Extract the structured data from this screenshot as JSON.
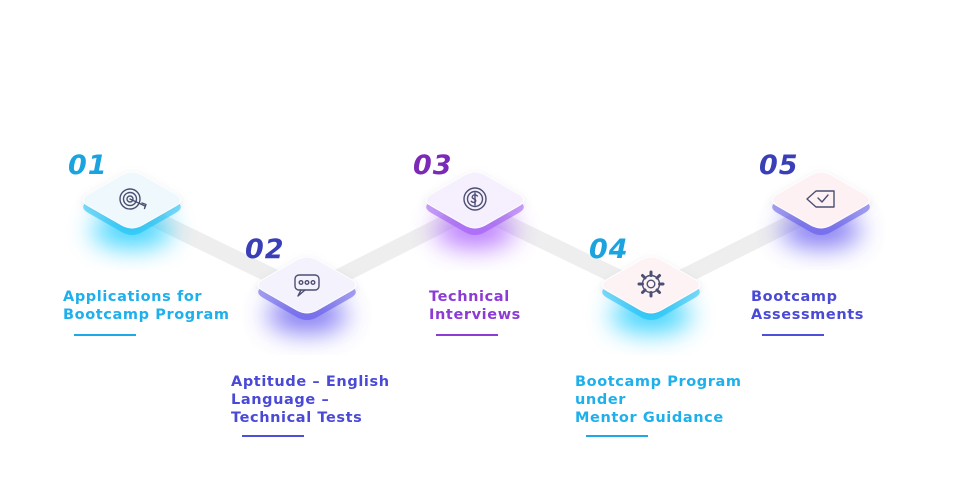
{
  "steps": [
    {
      "number": "01",
      "label_lines": [
        "Applications for",
        "Bootcamp Program"
      ],
      "icon": "target-icon",
      "number_color": "#1aa3df",
      "label_color": "#1eb0ec",
      "underline_color": "#1ea8e8",
      "glow_color": "#00c6ff",
      "tile_tint": "#eef8fd"
    },
    {
      "number": "02",
      "label_lines": [
        "Aptitude – English",
        "Language –",
        "Technical Tests"
      ],
      "icon": "chat-bubble-icon",
      "number_color": "#3a3fb8",
      "label_color": "#4a4ad6",
      "underline_color": "#4d4fd8",
      "glow_color": "#5a4ff0",
      "tile_tint": "#f4f2fd"
    },
    {
      "number": "03",
      "label_lines": [
        "Technical",
        "Interviews"
      ],
      "icon": "dollar-coin-icon",
      "number_color": "#7b2ab8",
      "label_color": "#8e3bd6",
      "underline_color": "#8e3bd6",
      "glow_color": "#a24dff",
      "tile_tint": "#f6effd"
    },
    {
      "number": "04",
      "label_lines": [
        "Bootcamp Program",
        "under",
        "Mentor Guidance"
      ],
      "icon": "gear-icon",
      "number_color": "#1aa3df",
      "label_color": "#1eb0ec",
      "underline_color": "#1ea8e8",
      "glow_color": "#00c6ff",
      "tile_tint": "#fdf3f5"
    },
    {
      "number": "05",
      "label_lines": [
        "Bootcamp",
        "Assessments"
      ],
      "icon": "checkmark-icon",
      "number_color": "#3a3fb8",
      "label_color": "#4a4ad6",
      "underline_color": "#4d4fd8",
      "glow_color": "#5a4ff0",
      "tile_tint": "#fdf1f4"
    }
  ],
  "connector_color": "#eeeeee",
  "icon_stroke_color": "#4b4f72"
}
